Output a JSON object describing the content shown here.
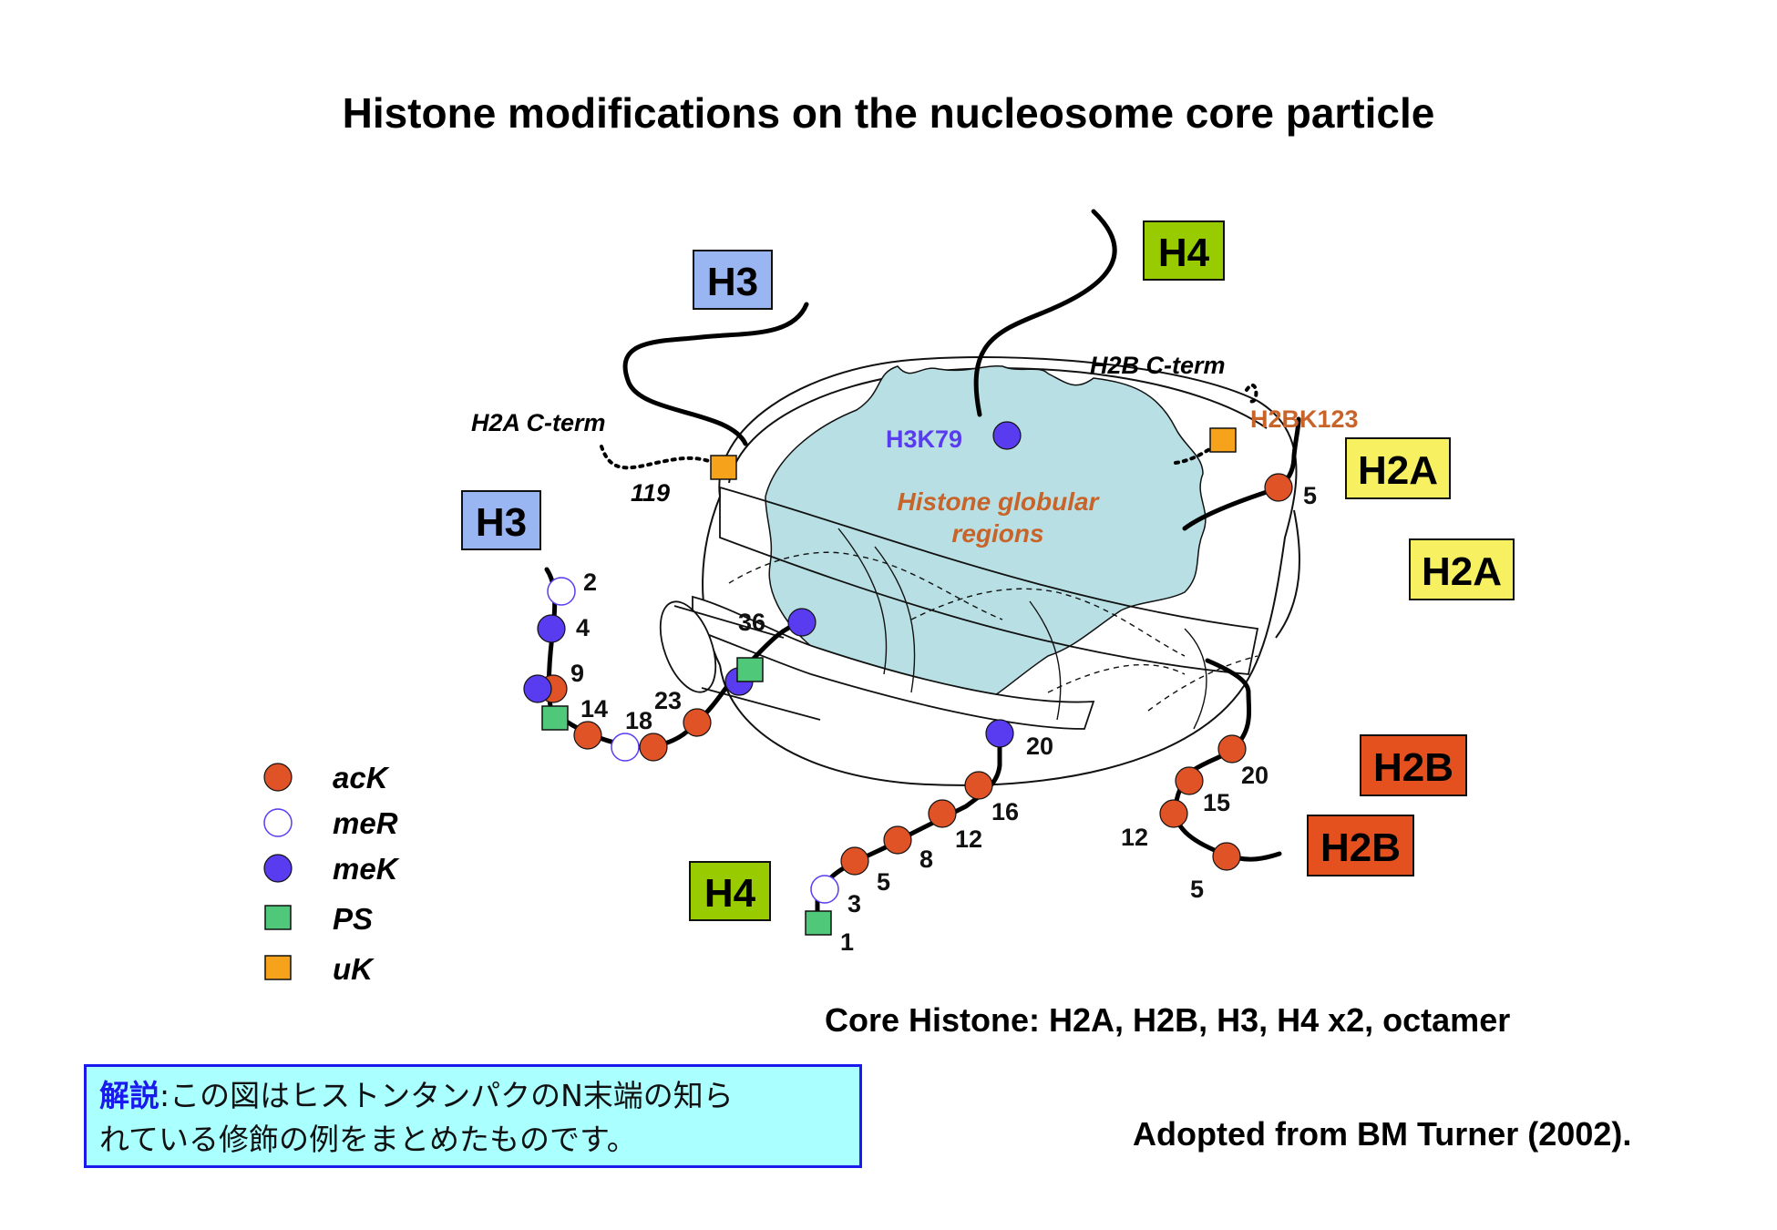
{
  "title": "Histone modifications on the nucleosome core particle",
  "labels": {
    "h2a_cterm": "H2A C-term",
    "h2b_cterm": "H2B C-term",
    "h3k79": "H3K79",
    "h2bk123": "H2BK123",
    "globular": "Histone globular",
    "globular2": "regions",
    "h2a_119": "119",
    "h3_top": "H3",
    "h3_left": "H3",
    "h4_top": "H4",
    "h4_bottom": "H4",
    "h2a_a": "H2A",
    "h2a_b": "H2A",
    "h2b_a": "H2B",
    "h2b_b": "H2B"
  },
  "residue_numbers": {
    "h3": [
      "2",
      "4",
      "9",
      "14",
      "18",
      "23",
      "36"
    ],
    "h4": [
      "1",
      "3",
      "5",
      "8",
      "12",
      "16",
      "20"
    ],
    "h2b": [
      "5",
      "12",
      "15",
      "20"
    ],
    "h2a": [
      "5"
    ]
  },
  "legend": [
    {
      "symbol": "acK",
      "label": "acK"
    },
    {
      "symbol": "meR",
      "label": "meR"
    },
    {
      "symbol": "meK",
      "label": "meK"
    },
    {
      "symbol": "PS",
      "label": "PS"
    },
    {
      "symbol": "uK",
      "label": "uK"
    }
  ],
  "core_text": "Core Histone: H2A, H2B, H3, H4 x2, octamer",
  "source_text": "Adopted from BM Turner (2002).",
  "note": {
    "keyword": "解説",
    "line1": ":この図はヒストンタンパクのN末端の知ら",
    "line2": "れている修飾の例をまとめたものです。"
  },
  "colors": {
    "acK": "#e05326",
    "meK": "#5a3cf0",
    "meR_stroke": "#5a3cf0",
    "PS": "#4fc87a",
    "uK": "#f7a21b",
    "h3_box": "#9ab6f2",
    "h4_box": "#99cc00",
    "h2a_box": "#f7f060",
    "h2b_box": "#e4501e",
    "globular": "#b8e0e4",
    "globular_text": "#c8642a",
    "h3k79_text": "#5a3cf0",
    "h2bk123_text": "#c8642a",
    "note_bg": "#aaffff",
    "note_border": "#1a1aee"
  }
}
